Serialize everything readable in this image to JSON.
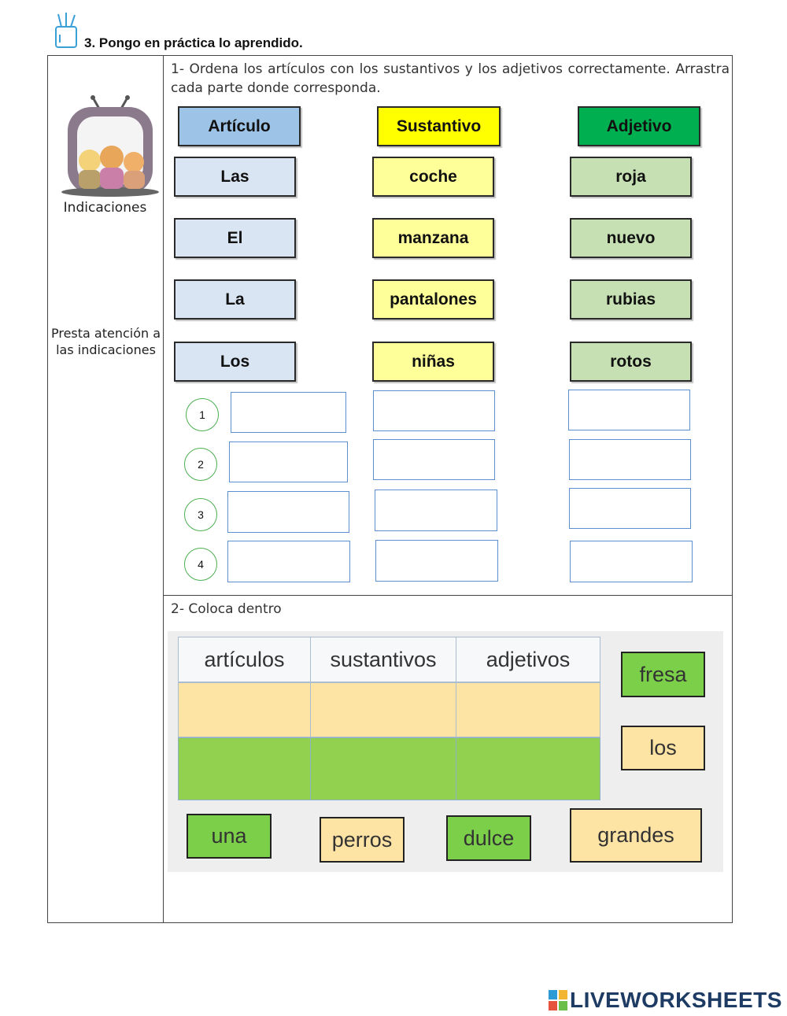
{
  "header": {
    "section_title": "3. Pongo en práctica lo aprendido.",
    "icon": "pencil-cup-icon"
  },
  "sidebar": {
    "illustration": "kids-watching-tv-illustration",
    "label": "Indicaciones",
    "note": "Presta atención a las indicaciones"
  },
  "exercise1": {
    "instruction": "1- Ordena los artículos con los sustantivos y los adjetivos correctamente. Arrastra cada parte donde corresponda.",
    "headers": [
      "Artículo",
      "Sustantivo",
      "Adjetivo"
    ],
    "header_colors": [
      "#9dc3e6",
      "#ffff00",
      "#00b050"
    ],
    "articles": [
      "Las",
      "El",
      "La",
      "Los"
    ],
    "nouns": [
      "coche",
      "manzana",
      "pantalones",
      "niñas"
    ],
    "adjectives": [
      "roja",
      "nuevo",
      "rubias",
      "rotos"
    ],
    "row_numbers": [
      "1",
      "2",
      "3",
      "4"
    ]
  },
  "exercise2": {
    "instruction": "2- Coloca dentro",
    "columns": [
      "artículos",
      "sustantivos",
      "adjetivos"
    ],
    "words": {
      "fresa": "fresa",
      "los": "los",
      "una": "una",
      "perros": "perros",
      "dulce": "dulce",
      "grandes": "grandes"
    },
    "colors": {
      "green": "#7cd049",
      "yellow": "#fde3a4"
    }
  },
  "footer": {
    "logo_text": "LIVEWORKSHEETS"
  }
}
